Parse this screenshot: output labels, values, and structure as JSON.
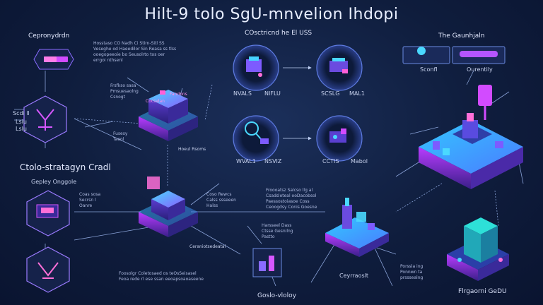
{
  "title": "Hilt-9 tolo SgU-mnvelion Ihdopi",
  "sections": {
    "left_top": "Cepronydrdn",
    "center_top": "COsctricnd he El USS",
    "right_top": "The Gaunhjaln",
    "left_mid": "Ctolo-stratagyn Cradl",
    "left_mid_sub": "Gepley Onggole"
  },
  "left_top_nodes": {
    "side_labels": [
      "Scdi ll",
      "Lsiu",
      "Lslu"
    ],
    "note_top": "Hosstaso CO Nadh Ci Stirn-Sitl SS\nVeseghe od Haeedilor Sin Reasa ss tlss\nooegopeeoie bo Seusolrto tos oer\nerrgoi nthsenl",
    "cube_note": "Frsfkso sasa\nPmsuesaolng\nCsnogt",
    "cube_tag": "Cocsvlan",
    "cube_tag2": "Fandons",
    "cube_bottom": "Fusesy\nTaeol",
    "cube_side": "Hoeul Rsoms"
  },
  "center_nodes": [
    {
      "l": "NVALS",
      "r": "NIFLU"
    },
    {
      "l": "SCSLG",
      "r": "MAL1"
    },
    {
      "l": "WVAL1",
      "r": "NSVIZ"
    },
    {
      "l": "CCTIS",
      "r": "Mabol"
    }
  ],
  "right_top": {
    "left": "Sconfl",
    "right": "Ourentily"
  },
  "left_mid_nodes": {
    "hex_note": "Coas sosa\nSecrsn l\nOanre",
    "mid_note": "Coso Rewcs\nCalss ssseeen\nHalss",
    "mid_bottom": "Ceraniotsedeatal",
    "bottom_note": "Foosolgr Coletosaed os teOsSeisasel\nFeoa rede rl ese ssan eeoapsoaoaseene"
  },
  "center_bottom": {
    "note1": "Froooatsz Salcso llg al\nCsadsloteal ooDacobsol\nPaessostoiasoe Coss\nCeoogdsy Conis Goesne",
    "note2": "Harsseel Dass\nCtsse Gesnilng\nPastto",
    "label": "Ceyrraoslt",
    "bottom": "Goslo-vloloy",
    "right_note": "Porssla ing\nPonnwn ta\nprsssealng"
  },
  "right_bottom": {
    "label": "Flrgaorni GeDU"
  },
  "colors": {
    "accent_cyan": "#3fd4ff",
    "accent_magenta": "#d53cff",
    "accent_purple": "#7b4bff",
    "line": "#9fb6e8"
  }
}
